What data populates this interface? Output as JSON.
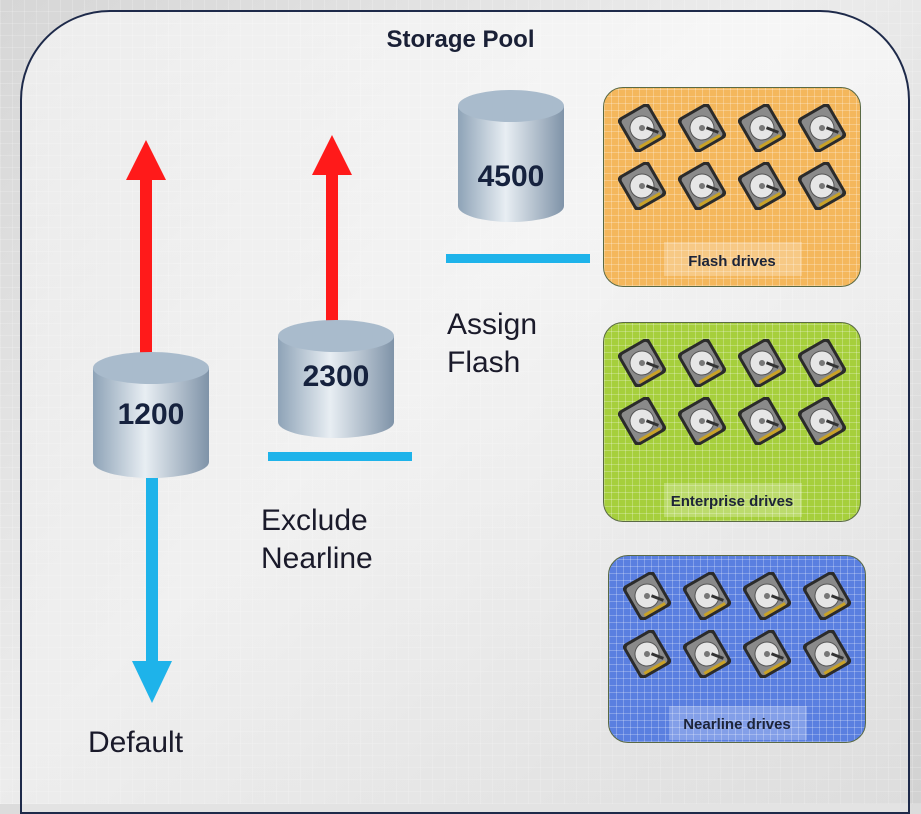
{
  "title": "Storage Pool",
  "volumes": [
    {
      "id": "v1200",
      "value": "1200"
    },
    {
      "id": "v2300",
      "value": "2300"
    },
    {
      "id": "v4500",
      "value": "4500"
    }
  ],
  "captions": {
    "default": "Default",
    "exclude_line1": "Exclude",
    "exclude_line2": "Nearline",
    "assign_line1": "Assign",
    "assign_line2": "Flash"
  },
  "tiers": [
    {
      "label": "Flash drives",
      "color": "#f4b75c"
    },
    {
      "label": "Enterprise  drives",
      "color": "#a6cf3c"
    },
    {
      "label": "Nearline drives",
      "color": "#5a7fe0"
    }
  ],
  "colors": {
    "up_arrow": "#ff1a1a",
    "down_arrow": "#1eb3ea",
    "border": "#1e2a4a"
  },
  "icons": {
    "volume": "database-cylinder-icon",
    "drive": "hard-drive-icon",
    "up": "arrow-up-icon",
    "down": "arrow-down-icon"
  }
}
